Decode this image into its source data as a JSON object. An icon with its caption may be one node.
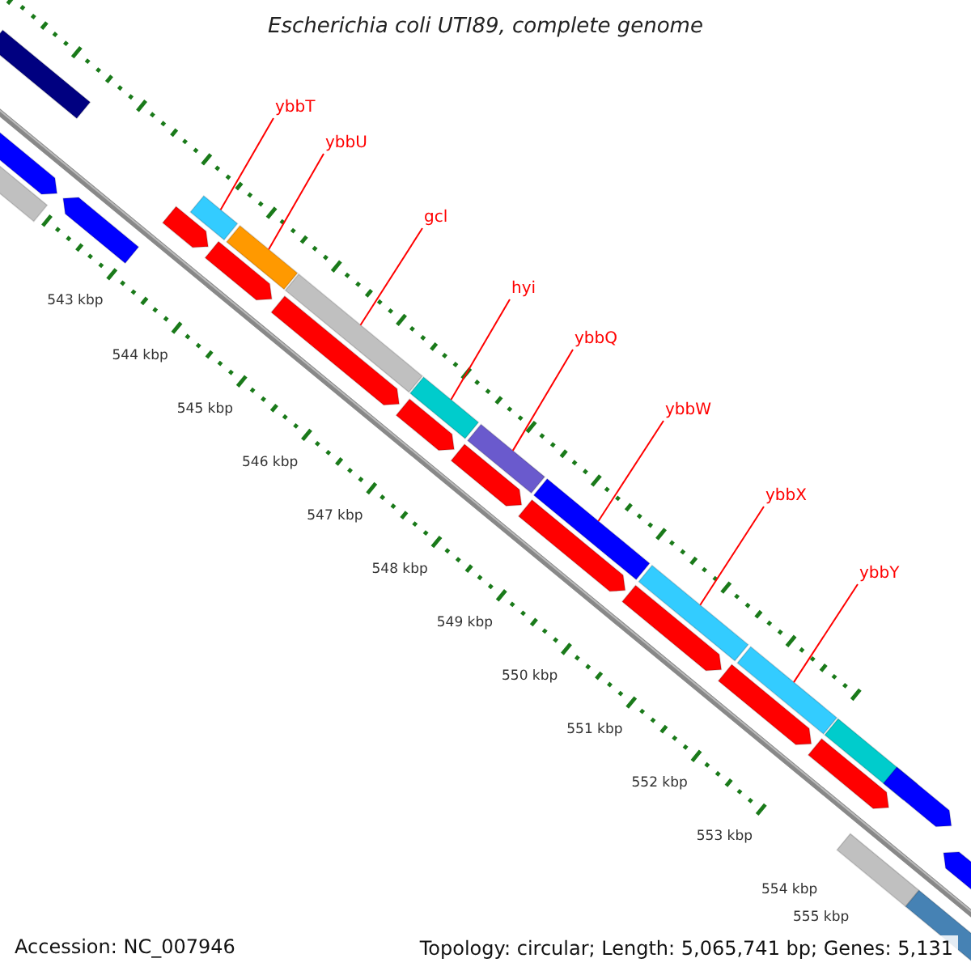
{
  "diagram": {
    "title": "Escherichia coli UTI89, complete genome",
    "nodes": [
      {
        "text": [
          "ybbT"
        ]
      },
      {
        "text": [
          "ybbU"
        ]
      },
      {
        "text": [
          "gcl"
        ]
      },
      {
        "text": [
          "hyi"
        ]
      },
      {
        "text": [
          "ybbQ"
        ]
      },
      {
        "text": [
          "ybbW"
        ]
      },
      {
        "text": [
          "ybbX"
        ]
      },
      {
        "text": [
          "ybbY"
        ]
      },
      {
        "text": [],
        "shape": "bar"
      },
      {
        "text": [],
        "shape": "bar"
      },
      {
        "text": [],
        "shape": "bar"
      },
      {
        "text": [],
        "shape": "bar"
      },
      {
        "text": [],
        "shape": "bar"
      },
      {
        "text": [],
        "shape": "bar"
      },
      {
        "text": [],
        "shape": "bar"
      },
      {
        "text": [],
        "shape": "bar"
      },
      {
        "text": [],
        "shape": "bar"
      },
      {
        "text": [],
        "shape": "bar"
      },
      {
        "text": [],
        "shape": "bar"
      },
      {
        "text": [],
        "shape": "bar"
      },
      {
        "text": [],
        "shape": "bar"
      },
      {
        "text": [],
        "shape": "bar"
      },
      {
        "text": [],
        "shape": "bar"
      },
      {
        "text": [],
        "shape": "bar"
      },
      {
        "text": [],
        "shape": "bar"
      },
      {
        "text": [],
        "shape": "bar"
      },
      {
        "text": [],
        "shape": "bar"
      },
      {
        "text": [],
        "shape": "bar"
      },
      {
        "text": [],
        "shape": "bar"
      },
      {
        "text": [],
        "shape": "bar"
      },
      {
        "text": [],
        "shape": "bar"
      },
      {
        "text": [],
        "shape": "bar"
      },
      {
        "text": [],
        "shape": "bar"
      },
      {
        "text": [],
        "shape": "bar"
      }
    ],
    "edges": [
      {
        "from": 0,
        "to": 8,
        "arrow": "none"
      },
      {
        "from": 1,
        "to": 9,
        "arrow": "none"
      },
      {
        "from": 2,
        "to": 10,
        "arrow": "none"
      },
      {
        "from": 3,
        "to": 11,
        "arrow": "none"
      },
      {
        "from": 4,
        "to": 12,
        "arrow": "none"
      },
      {
        "from": 5,
        "to": 13,
        "arrow": "none"
      },
      {
        "from": 6,
        "to": 14,
        "arrow": "none"
      },
      {
        "from": 7,
        "to": 15,
        "arrow": "none"
      }
    ],
    "labels": [
      "543 kbp",
      "544 kbp",
      "545 kbp",
      "546 kbp",
      "547 kbp",
      "548 kbp",
      "549 kbp",
      "550 kbp",
      "551 kbp",
      "552 kbp",
      "553 kbp",
      "554 kbp",
      "555 kbp",
      "Accession: NC_007946",
      "Topology: circular; Length: 5,065,741 bp; Genes: 5,131"
    ]
  }
}
